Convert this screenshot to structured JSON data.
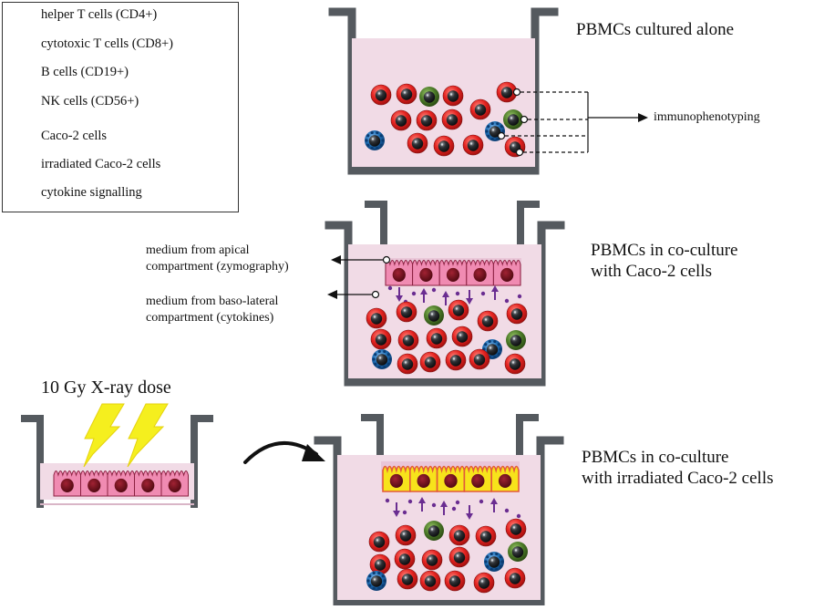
{
  "legend": {
    "items": [
      {
        "key": "helper",
        "label": "helper T cells (CD4+)"
      },
      {
        "key": "cytotoxic",
        "label": "cytotoxic T cells (CD8+)"
      },
      {
        "key": "bcell",
        "label": "B cells (CD19+)"
      },
      {
        "key": "nk",
        "label": "NK cells (CD56+)"
      },
      {
        "key": "caco",
        "label": "Caco-2 cells"
      },
      {
        "key": "irr",
        "label": "irradiated Caco-2 cells"
      },
      {
        "key": "cyto",
        "label": "cytokine signalling"
      }
    ]
  },
  "panels": {
    "alone": {
      "title": "PBMCs cultured alone",
      "annotation": "immunophenotyping"
    },
    "coculture": {
      "title_line1": "PBMCs in co-culture",
      "title_line2": "with Caco-2 cells",
      "apical_line1": "medium from apical",
      "apical_line2": "compartment (zymography)",
      "baso_line1": "medium from baso-lateral",
      "baso_line2": "compartment (cytokines)"
    },
    "irradiated": {
      "title_line1": "PBMCs in co-culture",
      "title_line2": "with irradiated Caco-2 cells",
      "dose_label": "10 Gy X-ray dose"
    }
  },
  "colors": {
    "well": "#555a5f",
    "medium": "#f1dbe6",
    "cell_red": "#e52421",
    "cell_green": "#4f7d2a",
    "cell_blue": "#1f6db3",
    "caco_pink": "#f08bb2",
    "caco_yellow": "#f7e31b",
    "nucleus": "#6b0d16",
    "signal": "#6a2d91",
    "bolt": "#f5ef1e"
  }
}
